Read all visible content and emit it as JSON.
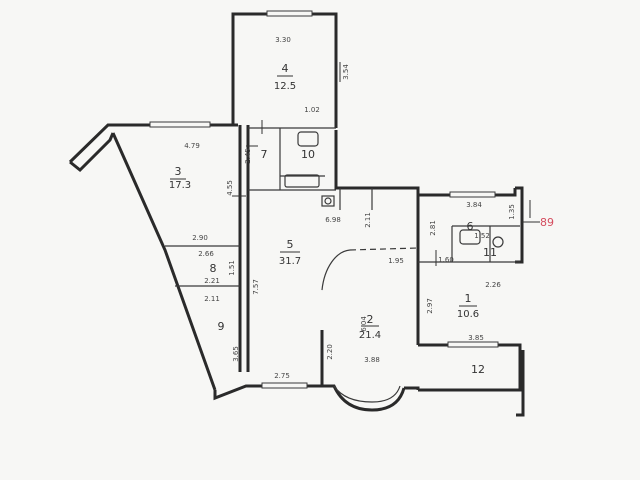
{
  "rooms": [
    {
      "id": "r4",
      "number": "4",
      "area": "12.5"
    },
    {
      "id": "r3",
      "number": "3",
      "area": "17.3"
    },
    {
      "id": "r7",
      "number": "7",
      "area": ""
    },
    {
      "id": "r10",
      "number": "10",
      "area": ""
    },
    {
      "id": "r5",
      "number": "5",
      "area": "31.7"
    },
    {
      "id": "r2",
      "number": "2",
      "area": "21.4"
    },
    {
      "id": "r6",
      "number": "6",
      "area": ""
    },
    {
      "id": "r11",
      "number": "11",
      "area": ""
    },
    {
      "id": "r1",
      "number": "1",
      "area": "10.6"
    },
    {
      "id": "r8",
      "number": "8",
      "area": ""
    },
    {
      "id": "r9",
      "number": "9",
      "area": ""
    },
    {
      "id": "r12",
      "number": "12",
      "area": ""
    }
  ],
  "dimensions": [
    "3.30",
    "3.54",
    "1.02",
    "4.79",
    "2.45",
    "4.55",
    "6.98",
    "2.11",
    "3.84",
    "1.35",
    "2.81",
    "1.95",
    "1.60",
    "2.26",
    "2.90",
    "2.66",
    "2.21",
    "1.51",
    "2.11",
    "7.57",
    "6.04",
    "2.97",
    "3.85",
    "3.65",
    "2.20",
    "3.88",
    "2.75",
    "1.52"
  ],
  "annotation": "89"
}
